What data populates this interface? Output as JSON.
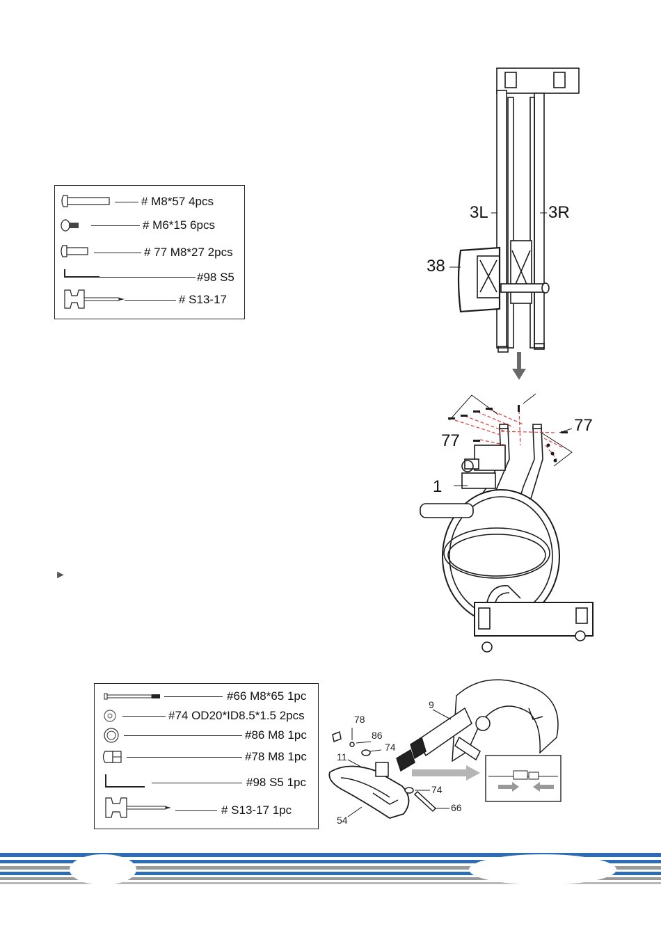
{
  "step_upper": {
    "hardware": [
      {
        "label": "#     M8*57  4pcs",
        "icon": "long-bolt-icon"
      },
      {
        "label": "#      M6*15  6pcs",
        "icon": "button-screw-icon"
      },
      {
        "label": "# 77 M8*27  2pcs",
        "icon": "short-bolt-icon"
      },
      {
        "label": "#98 S5",
        "icon": "allen-key-icon"
      },
      {
        "label": "#      S13-17",
        "icon": "wrench-icon"
      }
    ],
    "callouts": {
      "left_rail": "3L",
      "right_rail": "3R",
      "monitor": "38",
      "frame": "1",
      "bolt_left": "77",
      "bolt_right": "77"
    },
    "bullet": "►"
  },
  "step_lower": {
    "hardware": [
      {
        "label": "#66 M8*65 1pc",
        "icon": "bolt-icon"
      },
      {
        "label": "#74 OD20*ID8.5*1.5 2pcs",
        "icon": "washer-icon"
      },
      {
        "label": "#86 M8 1pc",
        "icon": "spring-washer-icon"
      },
      {
        "label": "#78 M8 1pc",
        "icon": "cap-nut-icon"
      },
      {
        "label": "#98 S5 1pc",
        "icon": "allen-key-icon"
      },
      {
        "label": "#      S13-17 1pc",
        "icon": "wrench-icon"
      }
    ],
    "callouts": {
      "c9": "9",
      "c78": "78",
      "c86": "86",
      "c74a": "74",
      "c11": "11",
      "c74b": "74",
      "c66": "66",
      "c54": "54"
    }
  },
  "colors": {
    "accent_blue": "#2e6db4",
    "stripe_gray": "#9a9a9a",
    "dashed_red": "#e23b3b"
  }
}
